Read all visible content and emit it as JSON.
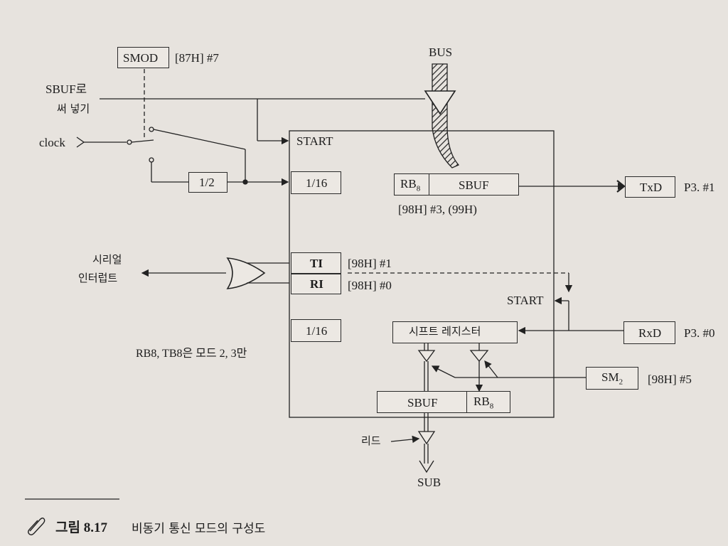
{
  "labels": {
    "bus": "BUS",
    "smod": "SMOD",
    "smod_addr": "[87H] #7",
    "sbuf_write_1": "SBUF로",
    "sbuf_write_2": "써 넣기",
    "clock": "clock",
    "start_top": "START",
    "half": "1/2",
    "div16_top": "1/16",
    "rb8_tx": "RB",
    "rb8_tx_sub": "8",
    "sbuf_tx": "SBUF",
    "sbuf_tx_addr": "[98H] #3, (99H)",
    "txd": "TxD",
    "p31": "P3. #1",
    "serial_int_1": "시리얼",
    "serial_int_2": "인터럽트",
    "ti": "TI",
    "ti_addr": "[98H] #1",
    "ri": "RI",
    "ri_addr": "[98H] #0",
    "start_right": "START",
    "div16_bottom": "1/16",
    "shift_reg": "시프트 레지스터",
    "rxd": "RxD",
    "p30": "P3. #0",
    "mode_note": "RB8, TB8은 모드  2, 3만",
    "sm2": "SM",
    "sm2_sub": "2",
    "sm2_addr": "[98H] #5",
    "sbuf_rx": "SBUF",
    "rb8_rx": "RB",
    "rb8_rx_sub": "8",
    "read": "리드",
    "sub": "SUB"
  },
  "caption": {
    "figure_no": "그림 8.17",
    "title": "비동기 통신 모드의 구성도"
  },
  "colors": {
    "background": "#e7e3de",
    "ink": "#1c1c1c"
  }
}
